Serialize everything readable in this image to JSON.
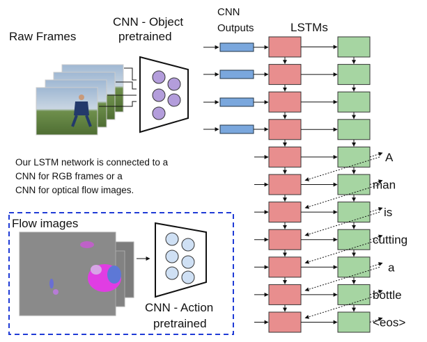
{
  "labels": {
    "raw_frames": "Raw Frames",
    "cnn_object_line1": "CNN - Object",
    "cnn_object_line2": "pretrained",
    "cnn_outputs_line1": "CNN",
    "cnn_outputs_line2": "Outputs",
    "lstms": "LSTMs",
    "description_line1": "Our LSTM network is connected to a",
    "description_line2": "CNN for RGB frames or a",
    "description_line3": "CNN for optical flow images.",
    "flow_images": "Flow images",
    "cnn_action_line1": "CNN - Action",
    "cnn_action_line2": "pretrained"
  },
  "output_words": [
    "A",
    "man",
    "is",
    "cutting",
    "a",
    "bottle",
    "<eos>"
  ],
  "colors": {
    "lstm1_fill": "#e88e8e",
    "lstm2_fill": "#a6d5a2",
    "cnn_output_fill": "#7aa7dd",
    "object_node_fill": "#b39ddb",
    "action_node_fill": "#cfe0f4",
    "dashed_box": "#1f3bd6"
  }
}
